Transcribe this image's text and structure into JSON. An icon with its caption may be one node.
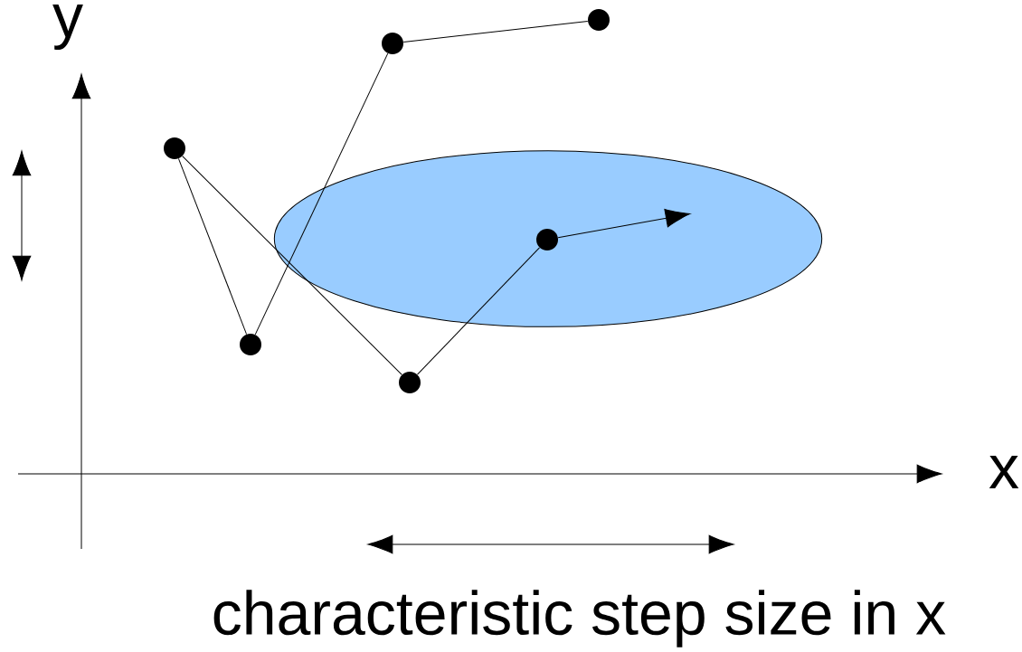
{
  "diagram": {
    "nodes": [
      {
        "text": [],
        "shape": "circle"
      },
      {
        "text": [],
        "shape": "circle"
      },
      {
        "text": [],
        "shape": "circle"
      },
      {
        "text": [],
        "shape": "circle"
      },
      {
        "text": [],
        "shape": "circle"
      },
      {
        "text": [],
        "shape": "ellipse"
      },
      {
        "text": [],
        "shape": "circle",
        "in": 5
      }
    ],
    "edges": [
      {
        "from": 0,
        "to": 1,
        "arrow": "none"
      },
      {
        "from": 1,
        "to": 2,
        "arrow": "none"
      },
      {
        "from": 2,
        "to": 3,
        "arrow": "none"
      },
      {
        "from": 0,
        "to": 4,
        "arrow": "none"
      },
      {
        "from": 4,
        "to": 6,
        "arrow": "none"
      },
      {
        "from": 6,
        "to": null,
        "arrow": "to"
      }
    ],
    "labels": [
      "y",
      "x",
      "characteristic step size in x"
    ]
  }
}
